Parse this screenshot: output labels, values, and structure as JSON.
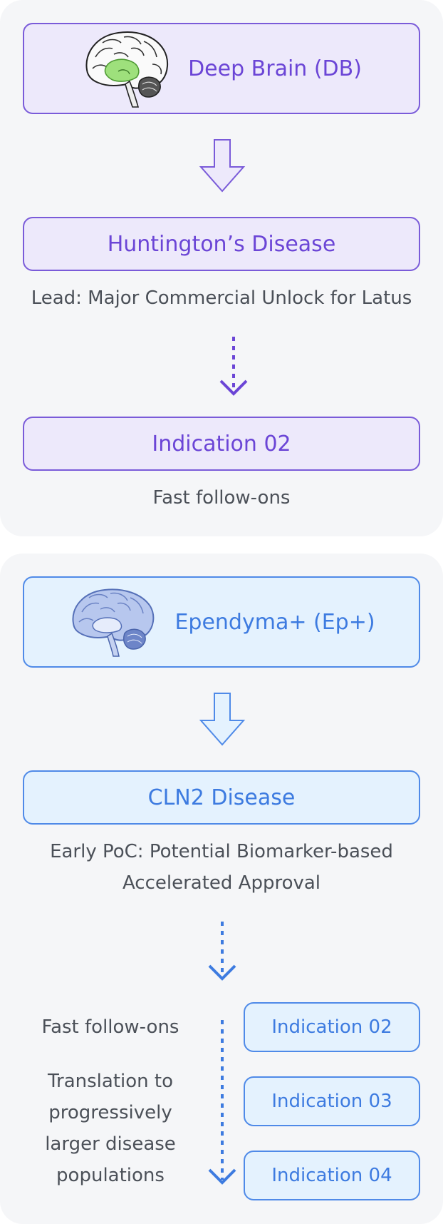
{
  "db": {
    "header": "Deep Brain (DB)",
    "disease": "Huntington’s Disease",
    "disease_caption": "Lead: Major Commercial Unlock for Latus",
    "indication": "Indication 02",
    "indication_caption": "Fast follow-ons",
    "color": "#6b45d6"
  },
  "ep": {
    "header": "Ependyma+ (Ep+)",
    "disease": "CLN2 Disease",
    "disease_caption_line1": "Early PoC: Potential Biomarker-based",
    "disease_caption_line2": "Accelerated Approval",
    "side_caption_1": "Fast follow-ons",
    "side_caption_2_lines": [
      "Translation to",
      "progressively",
      "larger disease",
      "populations"
    ],
    "indications": [
      "Indication 02",
      "Indication 03",
      "Indication 04"
    ],
    "color": "#3d7be0"
  },
  "icons": [
    "brain-sagittal-highlight-icon",
    "brain-sagittal-icon"
  ]
}
